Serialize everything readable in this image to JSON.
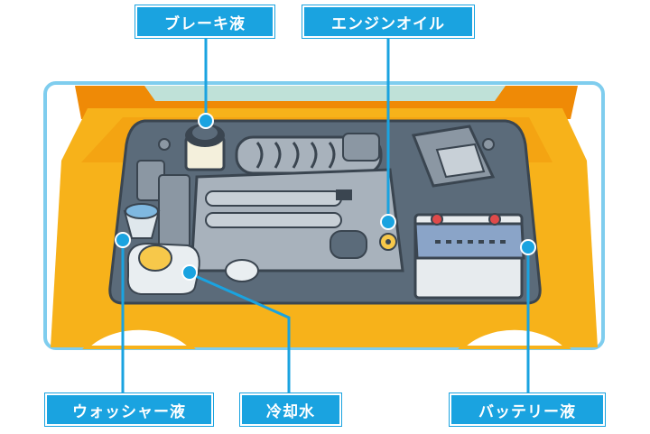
{
  "labels": {
    "brake_fluid": "ブレーキ液",
    "engine_oil": "エンジンオイル",
    "washer_fluid": "ウォッシャー液",
    "coolant": "冷却水",
    "battery_fluid": "バッテリー液"
  },
  "colors": {
    "label_bg": "#1aa3e0",
    "leader_line": "#1aa3e0",
    "car_body": "#f7b21a",
    "car_dark": "#ef8a06",
    "engine_bay": "#5b6b7a",
    "engine_block": "#a8b2bc",
    "battery": "#8aa4c8",
    "windshield": "#bfe1d8"
  }
}
